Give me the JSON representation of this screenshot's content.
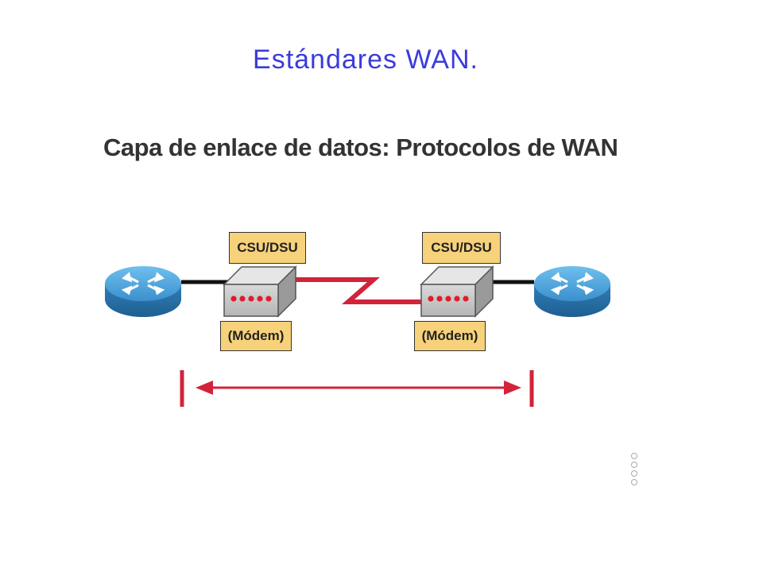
{
  "slide": {
    "title": "Estándares WAN."
  },
  "diagram": {
    "heading": "Capa de enlace de datos: Protocolos de WAN",
    "left_csu_label": "CSU/DSU",
    "right_csu_label": "CSU/DSU",
    "left_modem_label": "(Módem)",
    "right_modem_label": "(Módem)"
  },
  "icons": {
    "left_router": "router-icon",
    "right_router": "router-icon",
    "left_device": "csu-dsu-device-icon",
    "right_device": "csu-dsu-device-icon",
    "serial_link": "serial-link-icon",
    "span_arrow": "double-arrow-icon"
  },
  "colors": {
    "title": "#3b3bdc",
    "link": "#d2233a",
    "label_fill": "#f7d27a",
    "router": "#4a9fd8"
  }
}
